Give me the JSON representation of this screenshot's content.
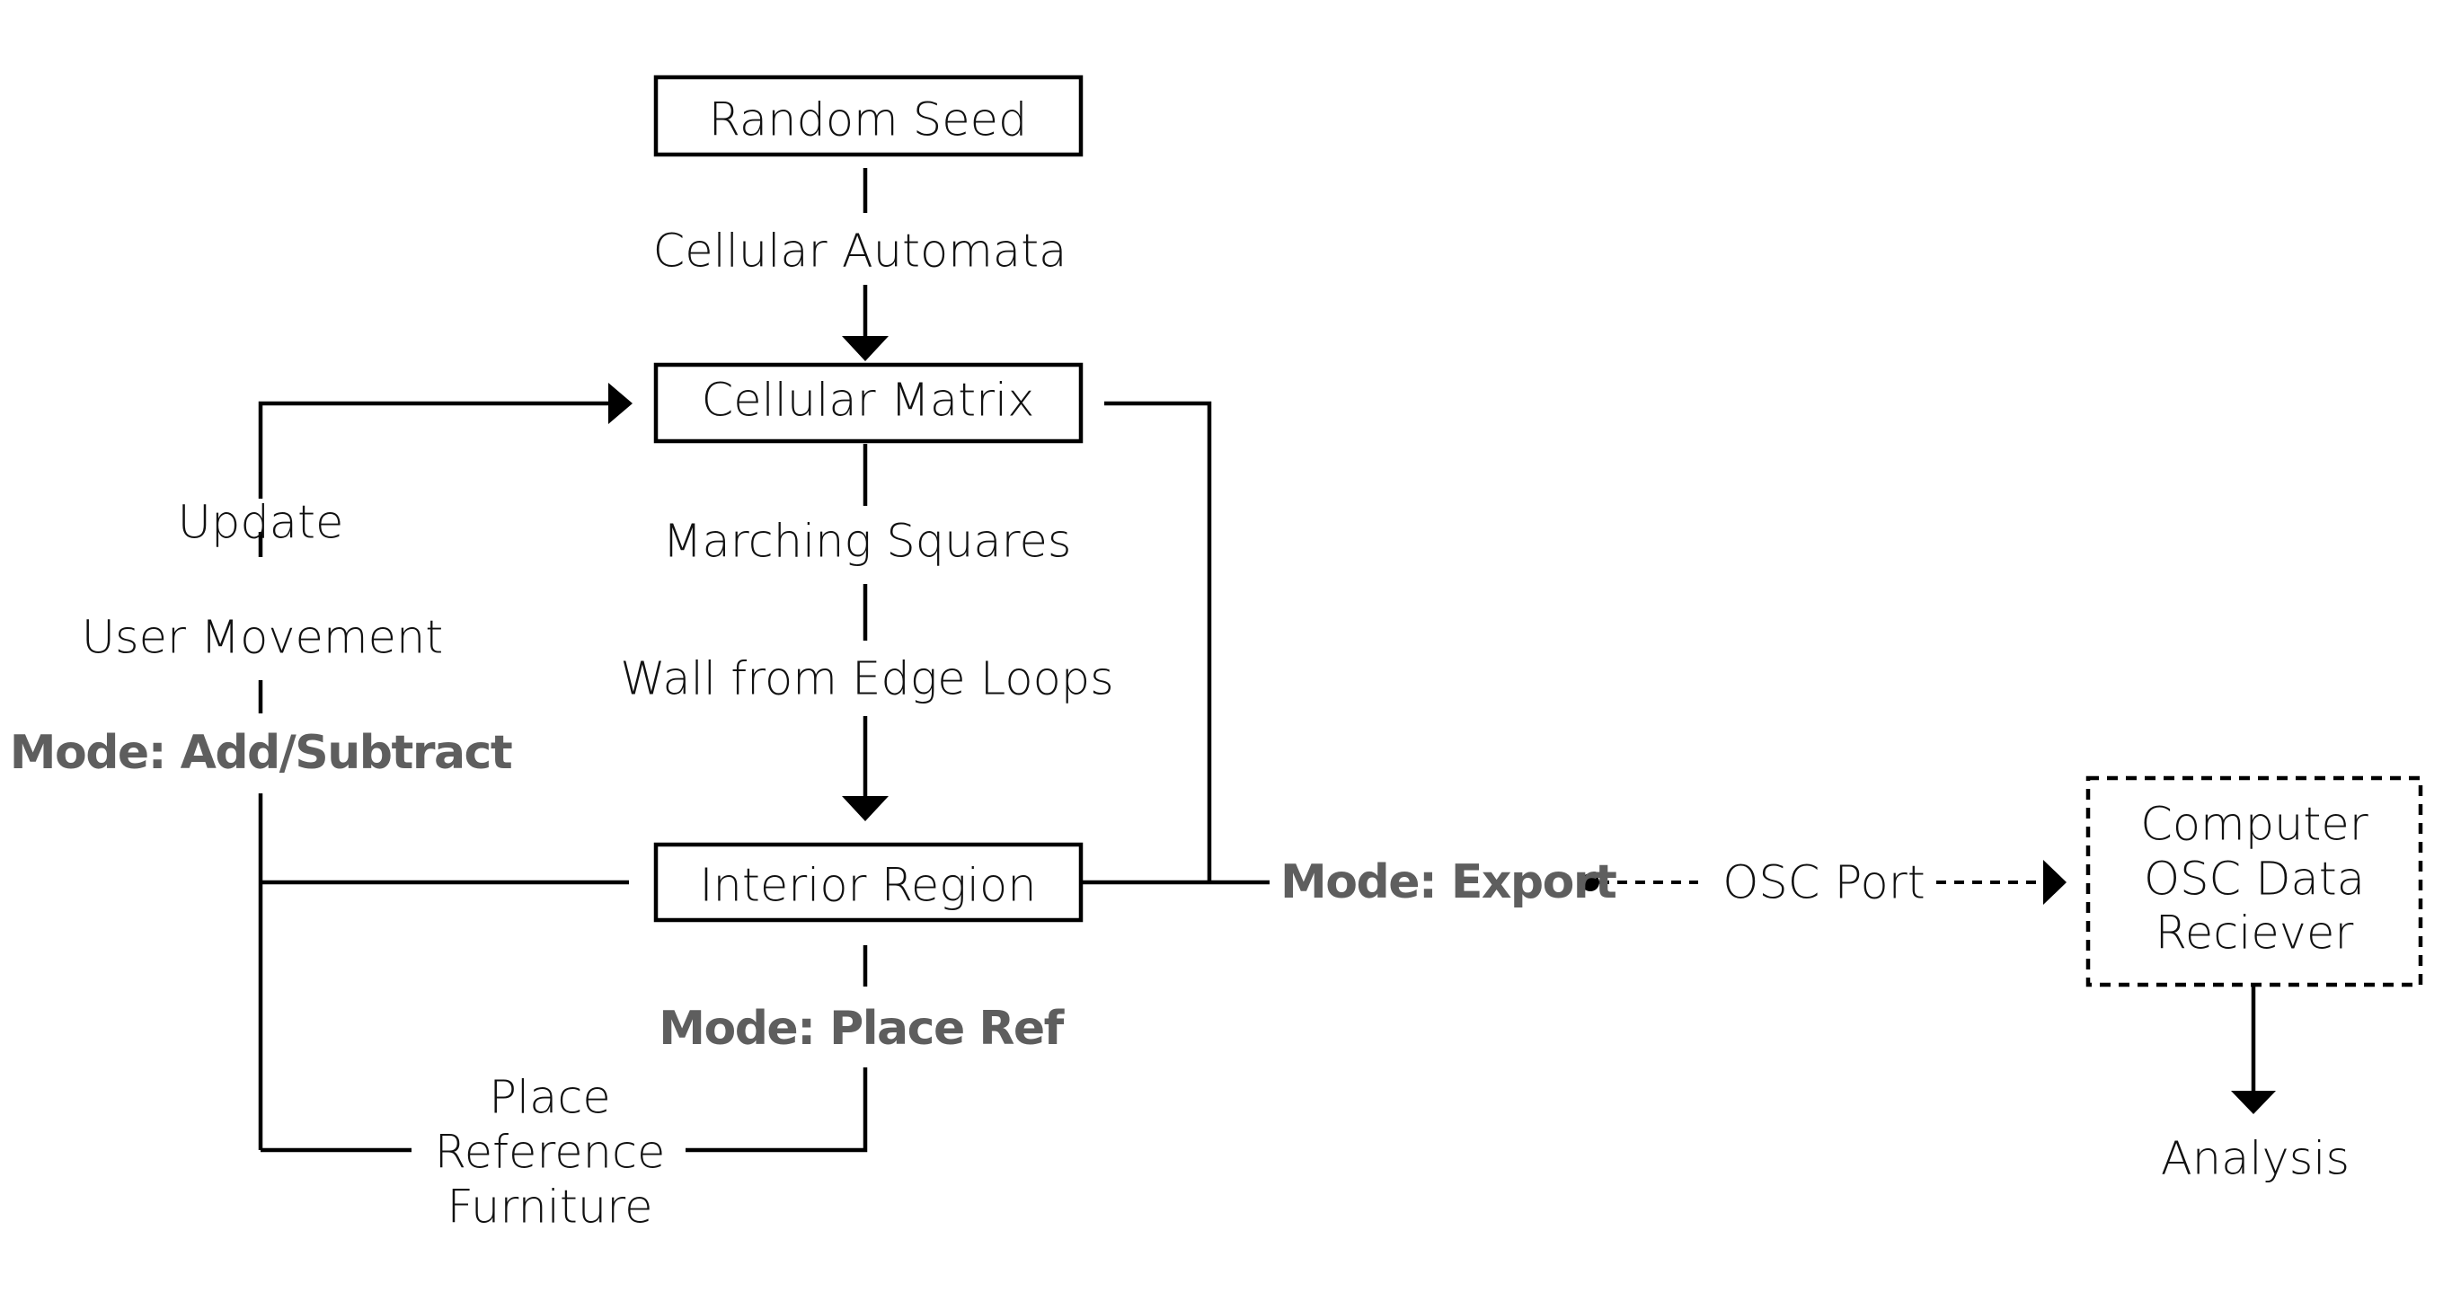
{
  "nodes": {
    "random_seed": "Random Seed",
    "cellular_matrix": "Cellular Matrix",
    "interior_region": "Interior Region",
    "receiver": {
      "line1": "Computer",
      "line2": "OSC Data",
      "line3": "Reciever"
    },
    "analysis": "Analysis"
  },
  "edge_labels": {
    "cellular_automata": "Cellular Automata",
    "marching_squares": "Marching Squares",
    "wall_from_edge_loops": "Wall from Edge Loops",
    "update": "Update",
    "user_movement": "User Movement",
    "osc_port": "OSC Port",
    "place_furniture": {
      "line1": "Place",
      "line2": "Reference",
      "line3": "Furniture"
    }
  },
  "modes": {
    "add_subtract": "Mode: Add/Subtract",
    "place_ref": "Mode: Place Ref",
    "export": "Mode: Export"
  },
  "colors": {
    "line": "#000000",
    "text": "#111111",
    "mode_text": "#5e5e5e",
    "background": "#ffffff"
  }
}
